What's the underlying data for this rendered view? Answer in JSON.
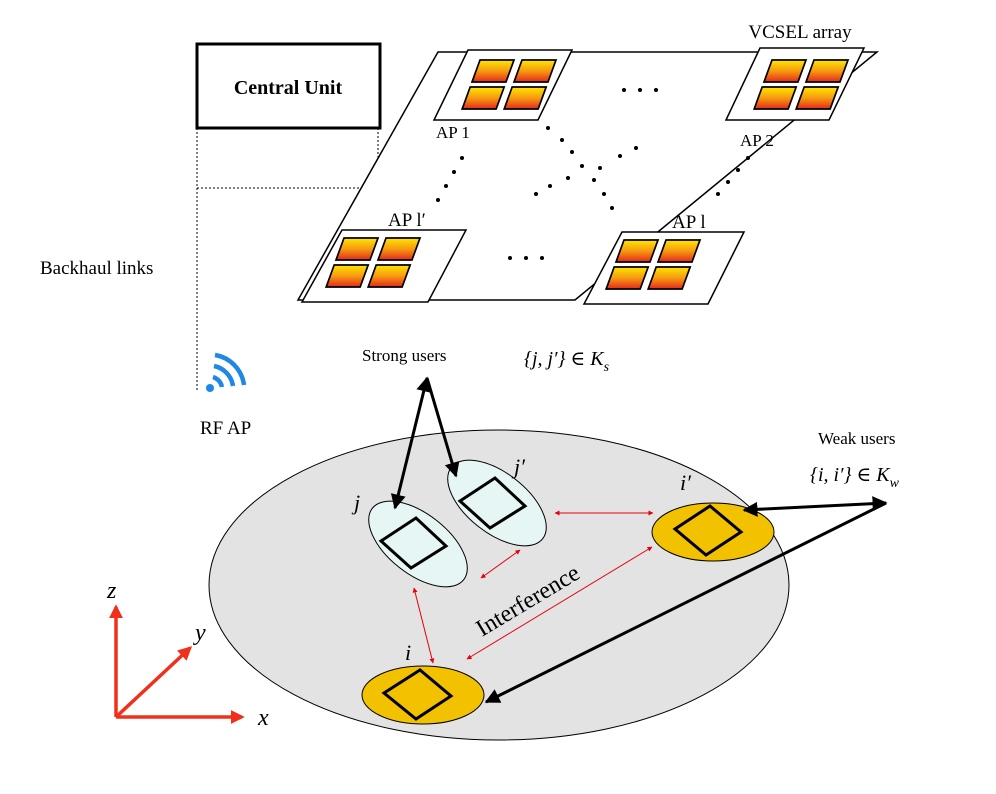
{
  "central_unit": {
    "label": "Central Unit"
  },
  "backhaul": {
    "label": "Backhaul links"
  },
  "rf_ap": {
    "label": "RF AP"
  },
  "vcsel": {
    "label": "VCSEL array"
  },
  "aps": {
    "ap1": {
      "label": "AP 1"
    },
    "ap2": {
      "label": "AP 2"
    },
    "apl": {
      "label": "AP l"
    },
    "aplp": {
      "label": "AP l′"
    },
    "ellipsis": "· · ·"
  },
  "strong_users": {
    "label": "Strong users",
    "set": "{j, j′} ∈ K",
    "set_sub": "s"
  },
  "weak_users": {
    "label": "Weak users",
    "set": "{i, i′} ∈ K",
    "set_sub": "w"
  },
  "users": {
    "j": "j",
    "jp": "j′",
    "i": "i",
    "ip": "i′"
  },
  "interference": {
    "label": "Interference"
  },
  "axes": {
    "x": "x",
    "y": "y",
    "z": "z"
  },
  "colors": {
    "floor": "#e3e3e3",
    "strong_user": "#e6f6f4",
    "weak_user": "#f2c100",
    "interference": "#e8000b",
    "axis": "#f0301a",
    "rf_icon": "#1e88e5",
    "vcsel_light": "#ffe600",
    "vcsel_dark": "#e5281c"
  }
}
